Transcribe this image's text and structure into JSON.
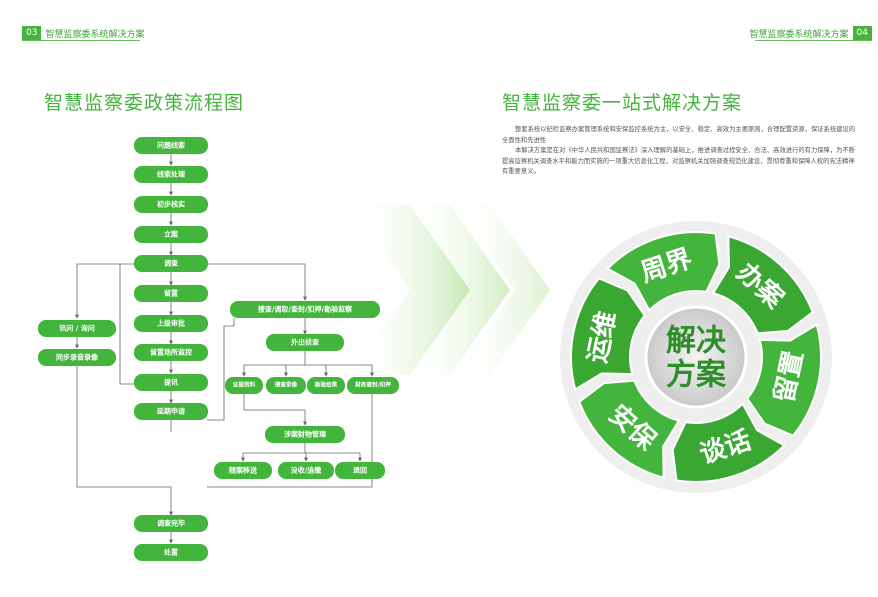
{
  "header_left": {
    "page_num": "03",
    "text": "智慧监察委系统解决方案"
  },
  "header_right": {
    "page_num": "04",
    "text": "智慧监察委系统解决方案"
  },
  "left_title": "智慧监察委政策流程图",
  "right_title": "智慧监察委一站式解决方案",
  "description": [
    "整套系统以纪检监察办案管理系统和安保监控系统为主，以安全、稳定、高效为主要原则，合理配置资源，保证系统建设的全面性和先进性",
    "本解决方案是在对《中华人民共和国监察法》深入理解的基础上，推进调查过程安全、合法、高效进行的有力保障，为不断提高监察机关调查水平和能力而实施的一项重大信息化工程，对监察机关加强调查规范化建设，贯彻尊重和保障人权的宪法精神有重要意义。"
  ],
  "flowchart": {
    "main": [
      "问题线索",
      "线索处理",
      "初步核实",
      "立案",
      "调查",
      "留置",
      "上级审批",
      "留置场所监控",
      "提讯",
      "延期申请"
    ],
    "left_branch": [
      "讯问 / 询问",
      "同步录音录像"
    ],
    "right_branch": {
      "top": "搜查/调取/查封/扣押/勘验监察",
      "external": "外出侦查",
      "sub": [
        "证据资料",
        "搜查录像",
        "勘验结果",
        "财务查封/扣押"
      ],
      "assets": "涉案财物管理",
      "asset_sub": [
        "随案移送",
        "没收/追缴",
        "退回"
      ]
    },
    "end": [
      "调查完毕",
      "处置"
    ]
  },
  "cycle": {
    "center_line1": "解决",
    "center_line2": "方案",
    "segments": [
      "周界",
      "办案",
      "留置",
      "谈话",
      "安保",
      "运维"
    ]
  },
  "colors": {
    "brand": "#43b53c",
    "dark_green": "#2e8e2a",
    "light_green": "#8fd36b"
  }
}
